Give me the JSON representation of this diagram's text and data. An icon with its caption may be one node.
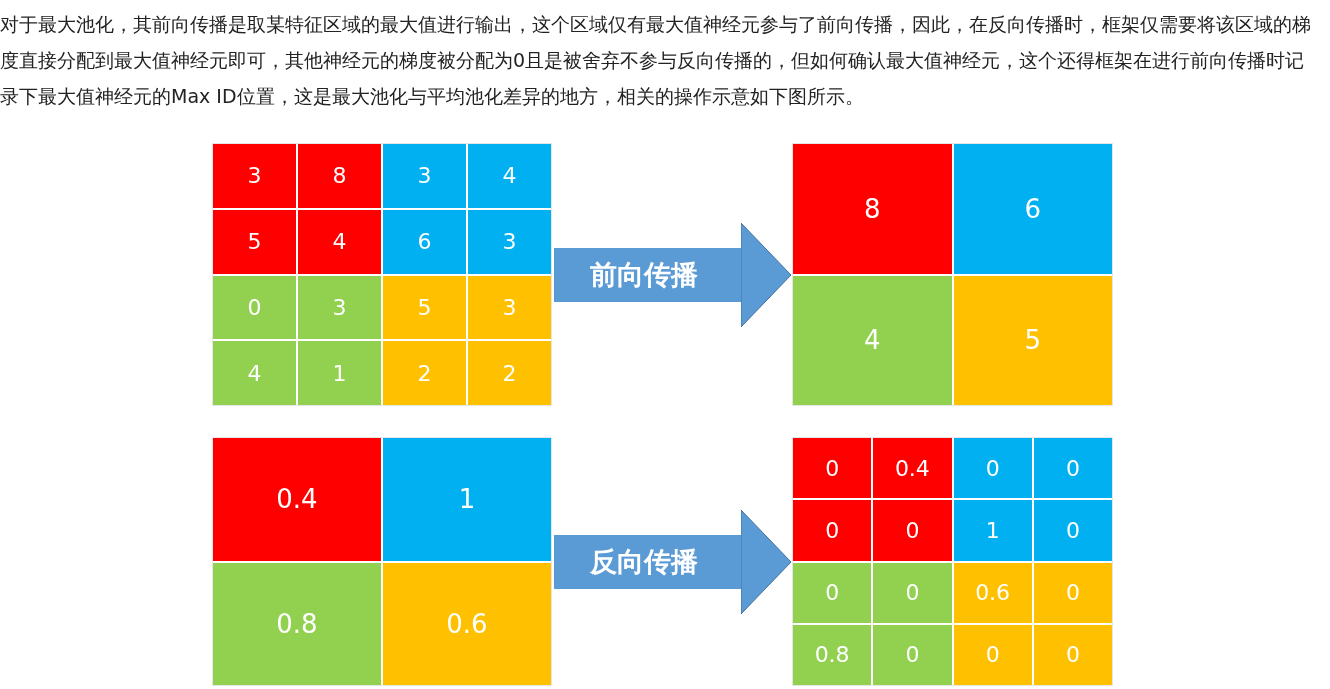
{
  "diagram": {
    "nodes": [
      {
        "text": [],
        "shape": "box"
      },
      {
        "text": [
          "3"
        ],
        "in": 0
      },
      {
        "text": [
          "8"
        ],
        "in": 0
      },
      {
        "text": [
          "3"
        ],
        "in": 0
      },
      {
        "text": [
          "4"
        ],
        "in": 0
      },
      {
        "text": [
          "5"
        ],
        "in": 0
      },
      {
        "text": [
          "4"
        ],
        "in": 0
      },
      {
        "text": [
          "6"
        ],
        "in": 0
      },
      {
        "text": [
          "3"
        ],
        "in": 0
      },
      {
        "text": [
          "0"
        ],
        "in": 0
      },
      {
        "text": [
          "3"
        ],
        "in": 0
      },
      {
        "text": [
          "5"
        ],
        "in": 0
      },
      {
        "text": [
          "3"
        ],
        "in": 0
      },
      {
        "text": [
          "4"
        ],
        "in": 0
      },
      {
        "text": [
          "1"
        ],
        "in": 0
      },
      {
        "text": [
          "2"
        ],
        "in": 0
      },
      {
        "text": [
          "2"
        ],
        "in": 0
      },
      {
        "text": [],
        "shape": "box"
      },
      {
        "text": [
          "8"
        ],
        "in": 17
      },
      {
        "text": [
          "6"
        ],
        "in": 17
      },
      {
        "text": [
          "4"
        ],
        "in": 17
      },
      {
        "text": [
          "5"
        ],
        "in": 17
      },
      {
        "text": [],
        "shape": "box"
      },
      {
        "text": [
          "0.4"
        ],
        "in": 22
      },
      {
        "text": [
          "1"
        ],
        "in": 22
      },
      {
        "text": [
          "0.8"
        ],
        "in": 22
      },
      {
        "text": [
          "0.6"
        ],
        "in": 22
      },
      {
        "text": [],
        "shape": "box"
      },
      {
        "text": [
          "0"
        ],
        "in": 27
      },
      {
        "text": [
          "0.4"
        ],
        "in": 27
      },
      {
        "text": [
          "0"
        ],
        "in": 27
      },
      {
        "text": [
          "0"
        ],
        "in": 27
      },
      {
        "text": [
          "0"
        ],
        "in": 27
      },
      {
        "text": [
          "0"
        ],
        "in": 27
      },
      {
        "text": [
          "1"
        ],
        "in": 27
      },
      {
        "text": [
          "0"
        ],
        "in": 27
      },
      {
        "text": [
          "0"
        ],
        "in": 27
      },
      {
        "text": [
          "0"
        ],
        "in": 27
      },
      {
        "text": [
          "0.6"
        ],
        "in": 27
      },
      {
        "text": [
          "0"
        ],
        "in": 27
      },
      {
        "text": [
          "0.8"
        ],
        "in": 27
      },
      {
        "text": [
          "0"
        ],
        "in": 27
      },
      {
        "text": [
          "0"
        ],
        "in": 27
      },
      {
        "text": [
          "0"
        ],
        "in": 27
      }
    ],
    "edges": [
      {
        "from": 0,
        "to": 17,
        "arrow": "to",
        "label": "前向传播"
      },
      {
        "from": 22,
        "to": 27,
        "arrow": "to",
        "label": "反向传播"
      }
    ],
    "labels": [
      "对于最大池化，其前向传播是取某特征区域的最大值进行输出，这个区域仅有最大值神经元参与了前向传播，因此，在反向传播时，框架仅需要将该区域的梯度直接分配到最大值神经元即可，其他神经元的梯度被分配为0且是被舍弃不参与反向传播的，但如何确认最大值神经元，这个还得框架在进行前向传播时记录下最大值神经元的Max ID位置，这是最大池化与平均池化差异的地方，相关的操作示意如下图所示。"
    ]
  }
}
